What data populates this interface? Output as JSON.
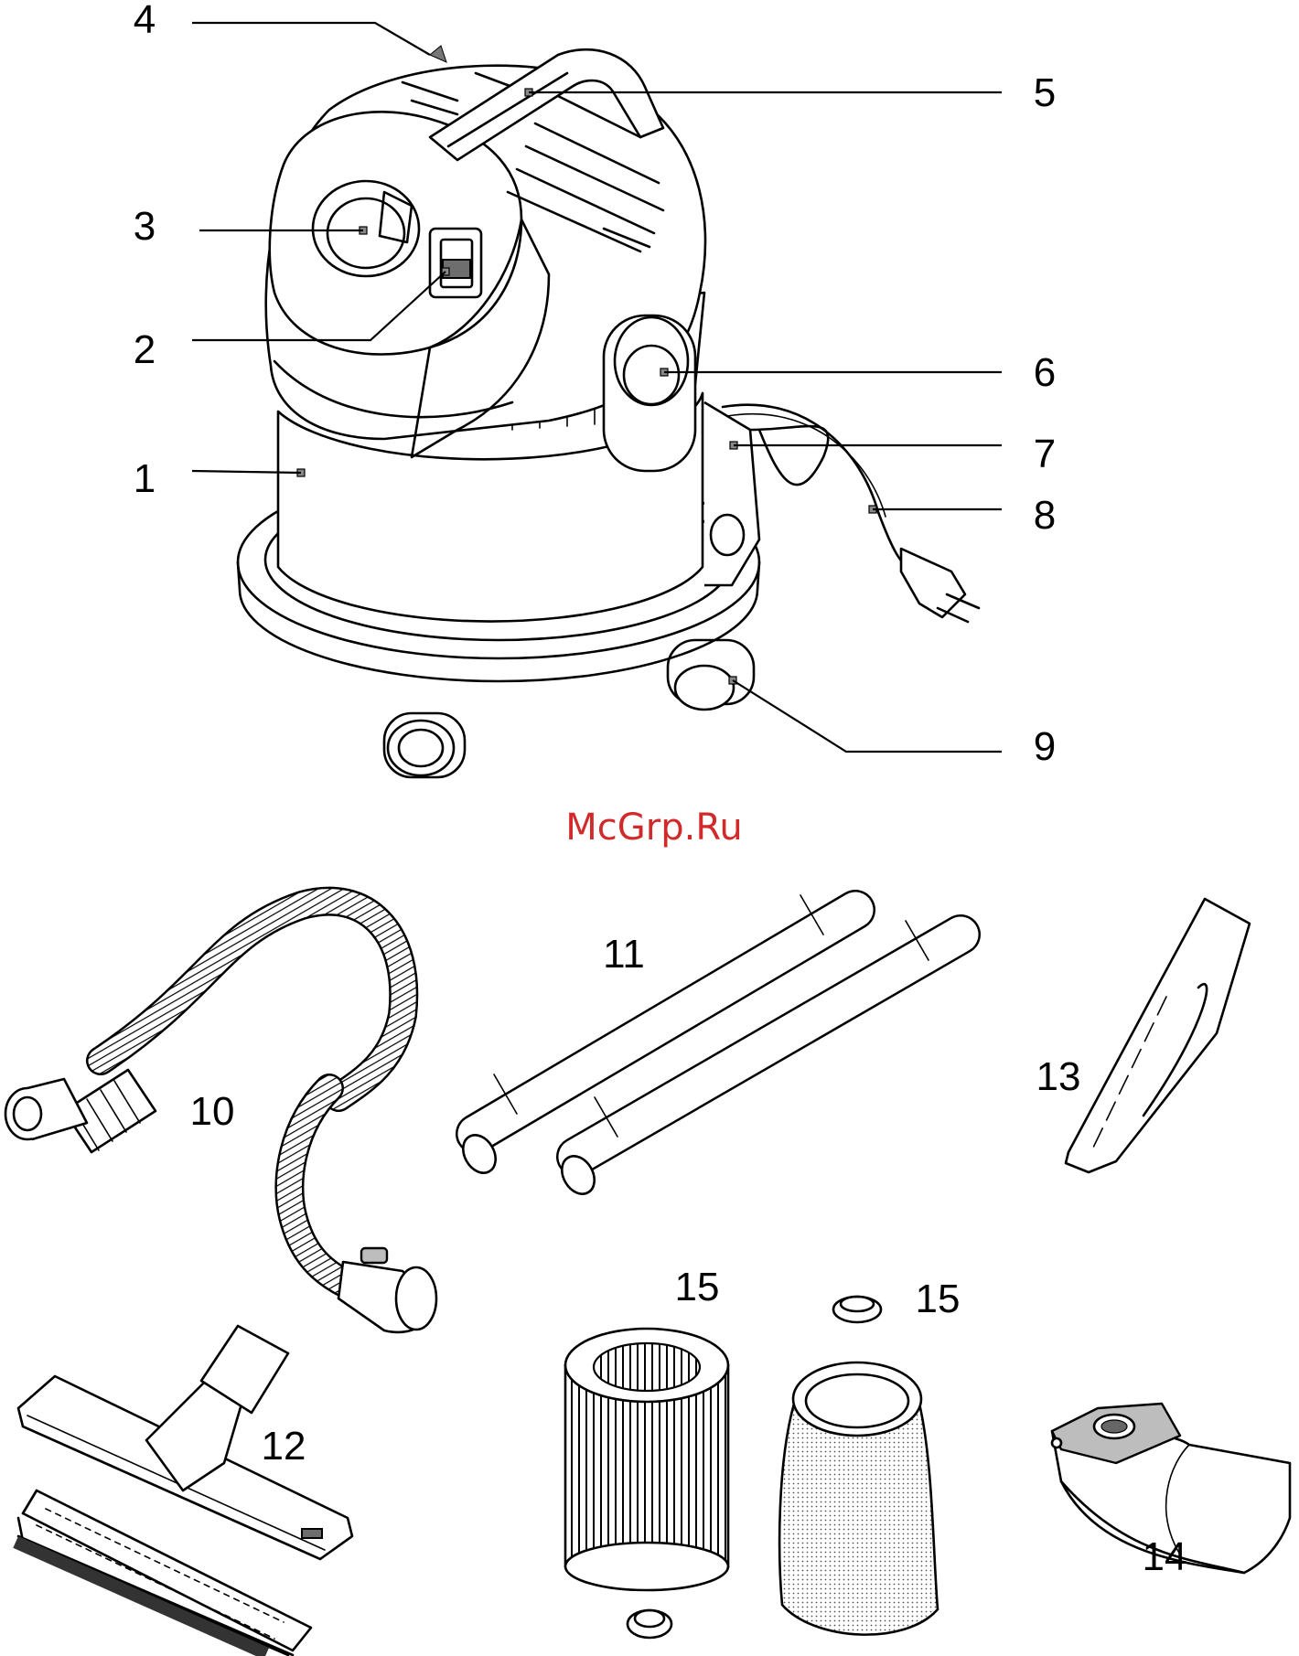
{
  "watermark": "McGrp.Ru",
  "labels": {
    "l1": "1",
    "l2": "2",
    "l3": "3",
    "l4": "4",
    "l5": "5",
    "l6": "6",
    "l7": "7",
    "l8": "8",
    "l9": "9",
    "l10": "10",
    "l11": "11",
    "l12": "12",
    "l13": "13",
    "l14": "14",
    "l15a": "15",
    "l15b": "15"
  },
  "colors": {
    "watermark": "#d12a2a",
    "line": "#000000",
    "fill_gray": "#bdbdbd"
  }
}
